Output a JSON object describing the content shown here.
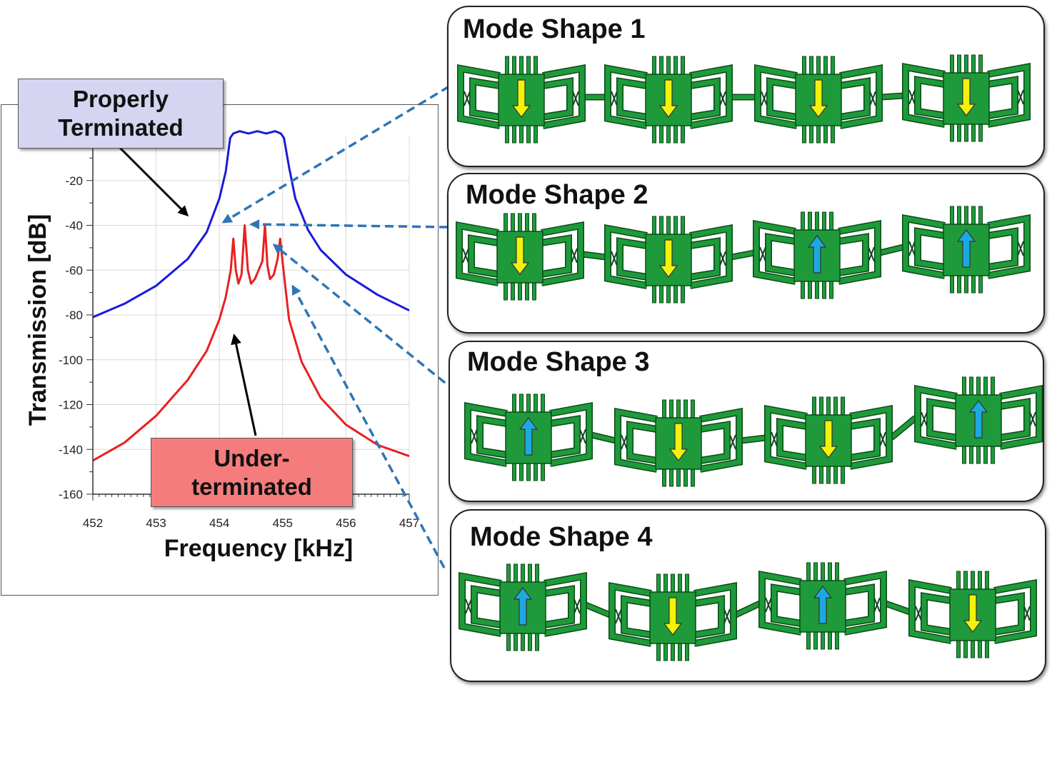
{
  "chart_data": {
    "type": "line",
    "xlabel": "Frequency [kHz]",
    "ylabel": "Transmission [dB]",
    "xlim": [
      452,
      457
    ],
    "ylim": [
      -160,
      0
    ],
    "x_ticks": [
      452,
      453,
      454,
      455,
      456,
      457
    ],
    "y_ticks": [
      -20,
      -40,
      -60,
      -80,
      -100,
      -120,
      -140,
      -160
    ],
    "grid": true,
    "series": [
      {
        "color": "#1a1adb",
        "points": [
          [
            452.0,
            -81
          ],
          [
            452.5,
            -75
          ],
          [
            453.0,
            -67
          ],
          [
            453.5,
            -55
          ],
          [
            453.8,
            -43
          ],
          [
            454.0,
            -28
          ],
          [
            454.1,
            -16
          ],
          [
            454.17,
            -1
          ],
          [
            454.22,
            1
          ],
          [
            454.32,
            2
          ],
          [
            454.46,
            1
          ],
          [
            454.6,
            2
          ],
          [
            454.74,
            1
          ],
          [
            454.88,
            2
          ],
          [
            454.97,
            1
          ],
          [
            455.02,
            -1
          ],
          [
            455.1,
            -14
          ],
          [
            455.2,
            -28
          ],
          [
            455.4,
            -42
          ],
          [
            455.6,
            -51
          ],
          [
            456.0,
            -62
          ],
          [
            456.5,
            -71
          ],
          [
            457.0,
            -78
          ]
        ]
      },
      {
        "color": "#e82020",
        "points": [
          [
            452.0,
            -145
          ],
          [
            452.5,
            -137
          ],
          [
            453.0,
            -125
          ],
          [
            453.5,
            -109
          ],
          [
            453.8,
            -96
          ],
          [
            454.0,
            -82
          ],
          [
            454.1,
            -72
          ],
          [
            454.18,
            -60
          ],
          [
            454.22,
            -46
          ],
          [
            454.26,
            -60
          ],
          [
            454.3,
            -66
          ],
          [
            454.35,
            -62
          ],
          [
            454.4,
            -40
          ],
          [
            454.45,
            -60
          ],
          [
            454.5,
            -66
          ],
          [
            454.56,
            -64
          ],
          [
            454.62,
            -60
          ],
          [
            454.68,
            -56
          ],
          [
            454.72,
            -40
          ],
          [
            454.76,
            -58
          ],
          [
            454.8,
            -64
          ],
          [
            454.86,
            -62
          ],
          [
            454.92,
            -55
          ],
          [
            454.96,
            -46
          ],
          [
            455.02,
            -62
          ],
          [
            455.1,
            -82
          ],
          [
            455.3,
            -101
          ],
          [
            455.6,
            -117
          ],
          [
            456.0,
            -129
          ],
          [
            456.5,
            -138
          ],
          [
            457.0,
            -143
          ]
        ]
      }
    ]
  },
  "callouts": {
    "properly": "Properly\nTerminated",
    "under": "Under-\nterminated"
  },
  "mode_shapes": [
    {
      "title": "Mode Shape 1",
      "arrows": [
        "down",
        "down",
        "down",
        "down"
      ]
    },
    {
      "title": "Mode Shape 2",
      "arrows": [
        "down",
        "down",
        "up",
        "up"
      ]
    },
    {
      "title": "Mode Shape 3",
      "arrows": [
        "up",
        "down",
        "down",
        "up"
      ]
    },
    {
      "title": "Mode Shape 4",
      "arrows": [
        "up",
        "down",
        "up",
        "down"
      ]
    }
  ],
  "colors": {
    "resonator": "#1e9a3a",
    "resonator_edge": "#0a4a16",
    "arrow_down": "#f2f20a",
    "arrow_up": "#1ea8e0",
    "dashed_link": "#2e75b6"
  }
}
